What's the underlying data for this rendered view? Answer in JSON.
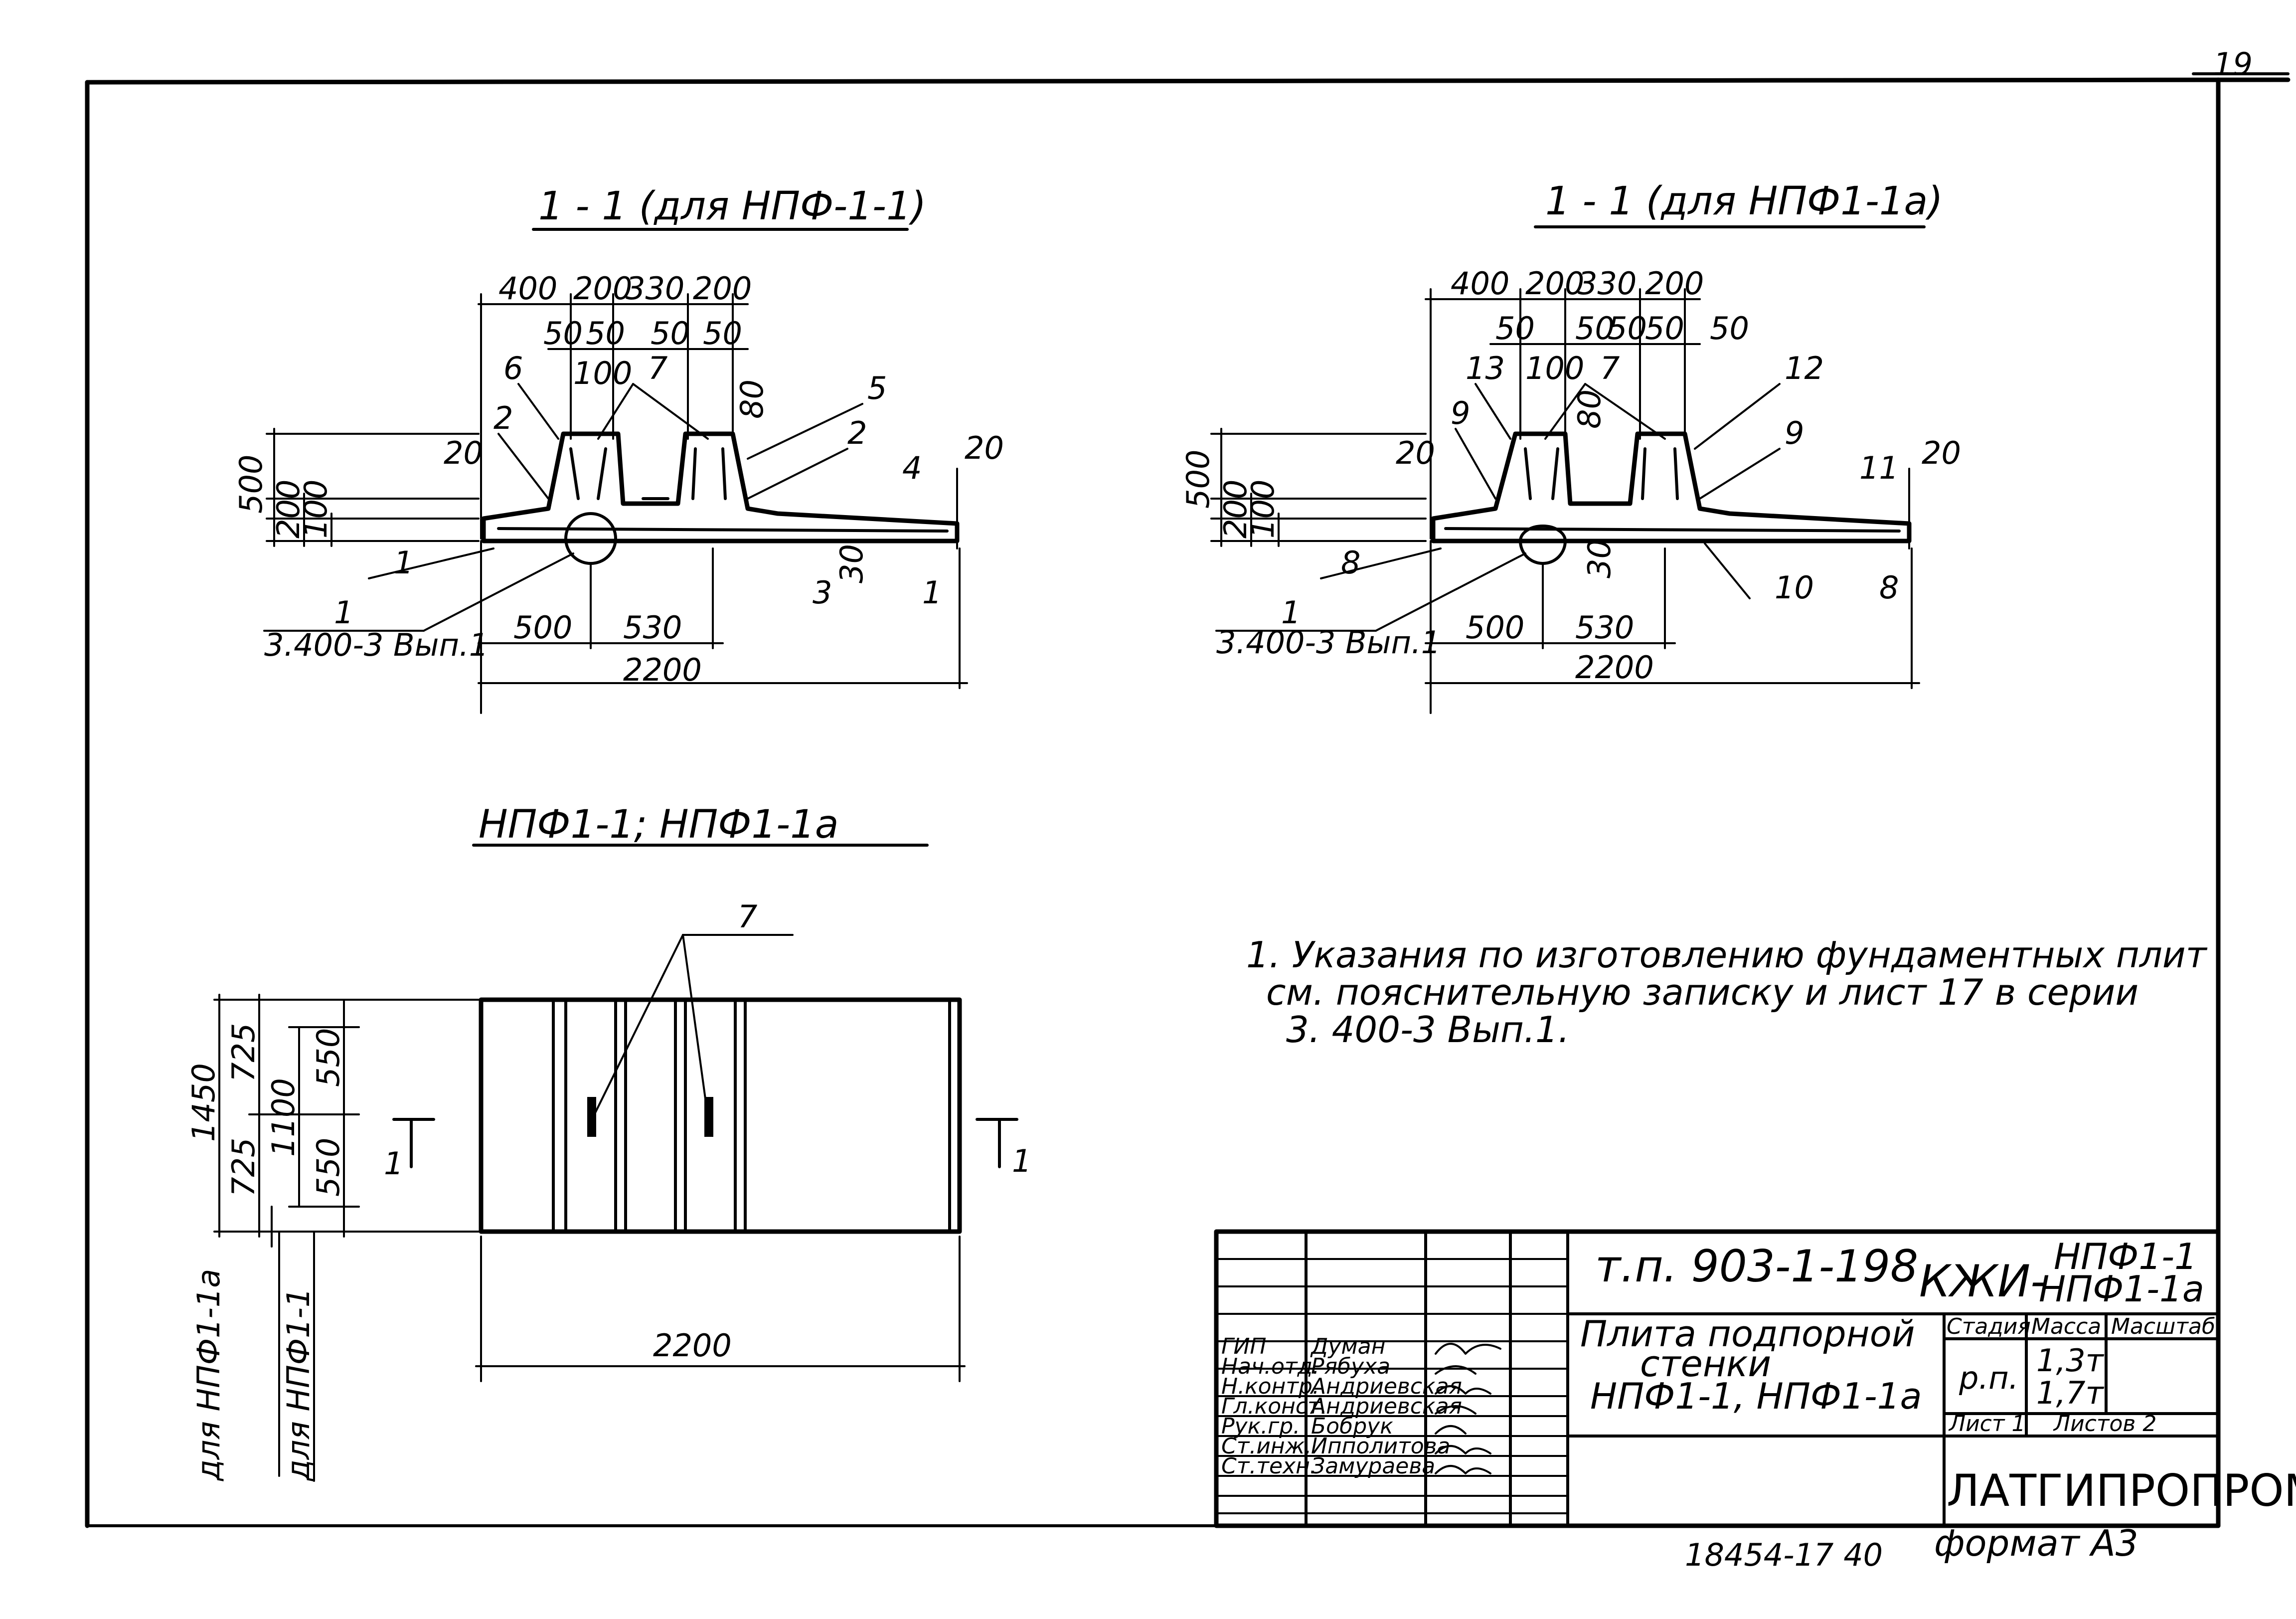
{
  "sheet_number": "19",
  "sections": {
    "left_title": "1 - 1 (для НПФ-1-1)",
    "right_title": "1 - 1 (для НПФ1-1а)",
    "plan_title": "НПФ1-1; НПФ1-1а"
  },
  "left_section": {
    "top_dims": [
      "400",
      "200",
      "330",
      "200"
    ],
    "sub_dims": [
      "50",
      "50",
      "50",
      "50"
    ],
    "dim_100": "100",
    "dim_80": "80",
    "left_dims": [
      "500",
      "200",
      "100"
    ],
    "dim_20_left": "20",
    "dim_20_right": "20",
    "dim_30": "30",
    "bottom_dims": [
      "500",
      "530"
    ],
    "total": "2200",
    "marks": [
      "6",
      "7",
      "5",
      "2",
      "2",
      "4",
      "1",
      "3",
      "1"
    ],
    "ref_mark": "1",
    "ref_text": "3.400-3 Вып.1"
  },
  "right_section": {
    "top_dims": [
      "400",
      "200",
      "330",
      "200"
    ],
    "sub_dims": [
      "50",
      "50",
      "50",
      "50",
      "50"
    ],
    "dim_100": "100",
    "dim_80": "80",
    "left_dims": [
      "500",
      "200",
      "100"
    ],
    "dim_20_left": "20",
    "dim_20_right": "20",
    "dim_30": "30",
    "bottom_dims": [
      "500",
      "530"
    ],
    "total": "2200",
    "marks": [
      "13",
      "7",
      "12",
      "9",
      "9",
      "11",
      "8",
      "10",
      "8"
    ],
    "ref_mark": "1",
    "ref_text": "3.400-3 Вып.1"
  },
  "plan": {
    "mark": "7",
    "dims_outer": "1450",
    "dims_725": [
      "725",
      "725"
    ],
    "dim_1100": "1100",
    "dims_550": [
      "550",
      "550"
    ],
    "label_1a": "для НПФ1-1а",
    "label_1": "для НПФ1-1",
    "cut_left": "1",
    "cut_right": "1",
    "width": "2200"
  },
  "note": {
    "line1": "1. Указания по изготовлению фундаментных плит",
    "line2": "см. пояснительную записку и лист 17 в серии",
    "line3": "3. 400-3 Вып.1."
  },
  "title_block": {
    "project": "т.п. 903-1-198",
    "code_prefix": "КЖИ-",
    "code_line1": "НПФ1-1",
    "code_line2": "НПФ1-1а",
    "name_line1": "Плита подпорной",
    "name_line2": "стенки",
    "name_line3": "НПФ1-1, НПФ1-1а",
    "col_stage": "Стадия",
    "col_mass": "Масса",
    "col_scale": "Масштаб",
    "stage": "р.п.",
    "mass1": "1,3т",
    "mass2": "1,7т",
    "sheet_label": "Лист 1",
    "sheets_label": "Листов 2",
    "org": "ЛАТГИПРОПРОМ",
    "roles": [
      "ГИП",
      "Нач.отд.",
      "Н.контр.",
      "Гл.конст.",
      "Рук.гр.",
      "Ст.инж.",
      "Ст.техн."
    ],
    "names": [
      "Думан",
      "Рябуха",
      "Андриевская",
      "Андриевская",
      "Бобрук",
      "Ипполитова",
      "Замураева"
    ]
  },
  "footer": {
    "archive": "18454-17 40",
    "format": "формат А3"
  }
}
